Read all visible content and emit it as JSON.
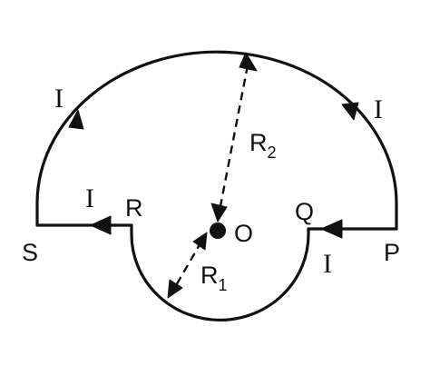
{
  "diagram": {
    "current_symbol": "I",
    "points": {
      "S": "S",
      "R": "R",
      "Q": "Q",
      "P": "P",
      "O": "O"
    },
    "radius_outer": {
      "base": "R",
      "sub": "2"
    },
    "radius_inner": {
      "base": "R",
      "sub": "1"
    },
    "colors": {
      "ink": "#111111",
      "background": "#ffffff"
    },
    "icons": {
      "current_arrow": "filled-triangle-arrowhead",
      "center": "filled-dot"
    }
  }
}
